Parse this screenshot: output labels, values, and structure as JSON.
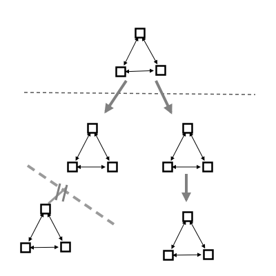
{
  "colors": {
    "background": "#ffffff",
    "node_stroke": "#000000",
    "edge": "#000000",
    "process_arrow": "#808080",
    "divider": "#555555",
    "blocked_line": "#9a9a9a"
  },
  "diagram": {
    "triangle_units": [
      {
        "id": "root",
        "nodes": [
          "top",
          "left",
          "right"
        ],
        "edges": [
          "top-left",
          "top-right",
          "left-right"
        ]
      },
      {
        "id": "left-child",
        "nodes": [
          "top",
          "left",
          "right"
        ],
        "edges": [
          "top-left",
          "top-right",
          "left-right"
        ]
      },
      {
        "id": "right-child",
        "nodes": [
          "top",
          "left",
          "right"
        ],
        "edges": [
          "top-left",
          "top-right",
          "left-right"
        ]
      },
      {
        "id": "left-grandchild",
        "nodes": [
          "top",
          "left",
          "right"
        ],
        "edges": [
          "top-left",
          "top-right",
          "left-right"
        ]
      },
      {
        "id": "right-grandchild",
        "nodes": [
          "top",
          "left",
          "right"
        ],
        "edges": [
          "top-left",
          "top-right",
          "left-right"
        ]
      }
    ],
    "edge_style": "bidirectional-arrow",
    "node_shape": "square",
    "process_arrows": [
      "root-to-left-child",
      "root-to-right-child",
      "right-child-to-right-grandchild"
    ],
    "blocked_transition": "left-child-to-left-grandchild",
    "horizontal_divider": "dashed"
  }
}
